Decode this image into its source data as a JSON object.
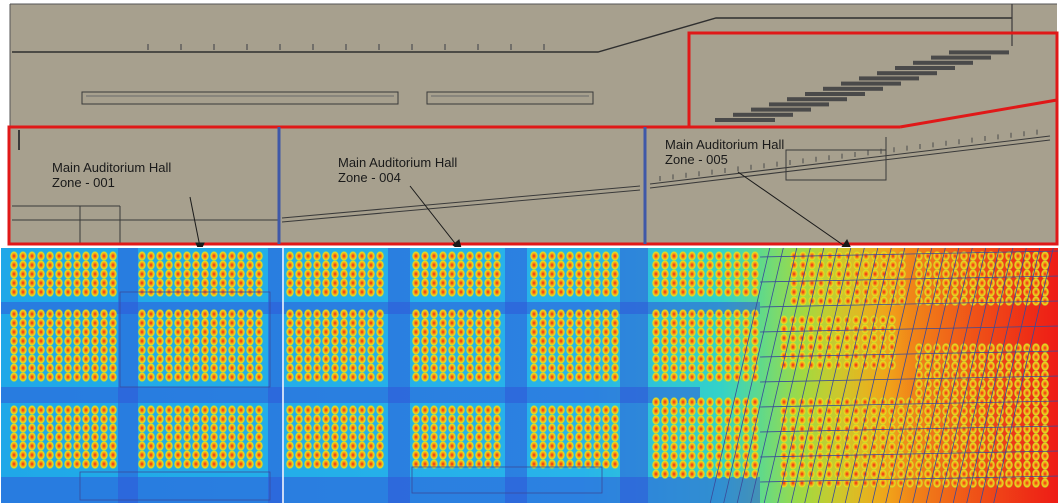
{
  "zones": [
    {
      "line1": "Main Auditorium Hall",
      "line2": "Zone - 001"
    },
    {
      "line1": "Main Auditorium Hall",
      "line2": "Zone - 004"
    },
    {
      "line1": "Main Auditorium Hall",
      "line2": "Zone - 005"
    }
  ],
  "colors": {
    "section_fill": "#a7a08e",
    "section_line": "#3a3a3a",
    "highlight_frame": "#e01818",
    "zone_divider": "#3f58a8",
    "heat_low": "#2b4fe0",
    "heat_mid": "#2bd6e8",
    "heat_warm": "#f4e21a",
    "heat_high": "#f01c14"
  }
}
